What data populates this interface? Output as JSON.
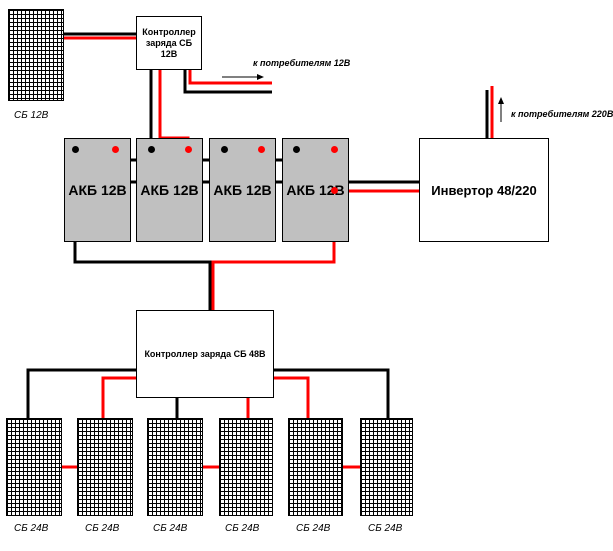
{
  "colors": {
    "positive": "#ff0000",
    "negative": "#000000",
    "battery": "#c0c0c0"
  },
  "panel_top": {
    "label": "СБ 12В"
  },
  "controller_12": {
    "label": "Контроллер заряда СБ 12В"
  },
  "consumers_12": {
    "label": "к потребителям 12В"
  },
  "consumers_220": {
    "label": "к потребителям 220В"
  },
  "inverter": {
    "label": "Инвертор 48/220"
  },
  "batteries": [
    {
      "label": "АКБ 12В"
    },
    {
      "label": "АКБ 12В"
    },
    {
      "label": "АКБ 12В"
    },
    {
      "label": "АКБ 12В"
    }
  ],
  "controller_48": {
    "label": "Контроллер заряда СБ 48В"
  },
  "panels_bottom": [
    {
      "label": "СБ 24В"
    },
    {
      "label": "СБ 24В"
    },
    {
      "label": "СБ 24В"
    },
    {
      "label": "СБ 24В"
    },
    {
      "label": "СБ 24В"
    },
    {
      "label": "СБ 24В"
    }
  ]
}
